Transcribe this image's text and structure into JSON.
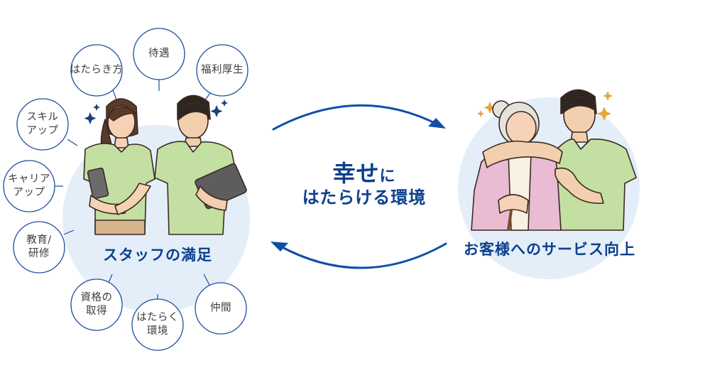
{
  "satellites": [
    {
      "key": "hatarakikata",
      "lines": [
        "はたらき方"
      ]
    },
    {
      "key": "taigu",
      "lines": [
        "待遇"
      ]
    },
    {
      "key": "fukuri",
      "lines": [
        "福利厚生"
      ]
    },
    {
      "key": "skillup",
      "lines": [
        "スキル",
        "アップ"
      ]
    },
    {
      "key": "careerup",
      "lines": [
        "キャリア",
        "アップ"
      ]
    },
    {
      "key": "kyoiku",
      "lines": [
        "教育/",
        "研修"
      ]
    },
    {
      "key": "shikaku",
      "lines": [
        "資格の",
        "取得"
      ]
    },
    {
      "key": "kankyo",
      "lines": [
        "はたらく",
        "環境"
      ]
    },
    {
      "key": "nakama",
      "lines": [
        "仲間"
      ]
    }
  ],
  "staff_caption": "スタッフの満足",
  "service_caption": "お客様へのサービス向上",
  "center": {
    "line1_main": "幸せ",
    "line1_small": "に",
    "line2": "はたらける環境"
  },
  "colors": {
    "circle_fill": "#e3eef9",
    "bubble_stroke": "#1e4e9c",
    "arrow": "#0f4fa8",
    "text_blue": "#0d3f8f",
    "uniform_green": "#c4dfa2",
    "cardigan_pink": "#eabcd3"
  }
}
